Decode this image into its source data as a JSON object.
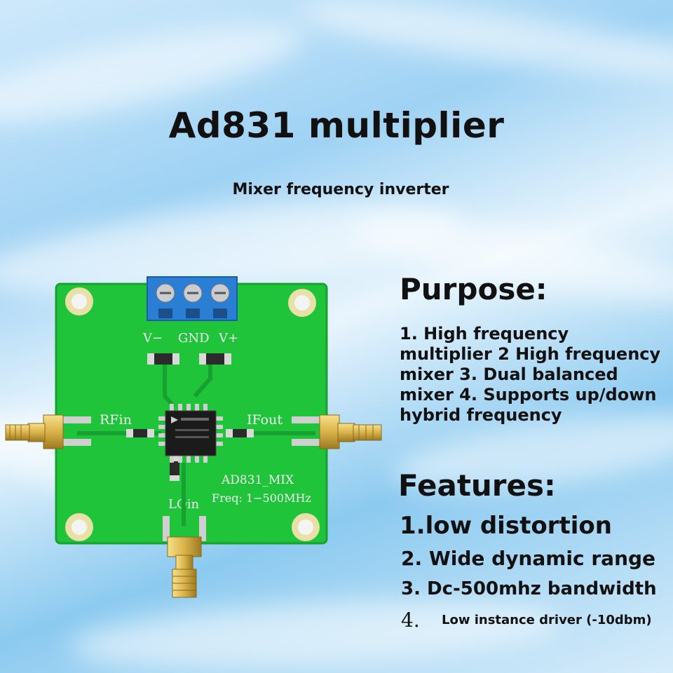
{
  "title": "Ad831 multiplier",
  "subtitle": "Mixer frequency inverter",
  "board": {
    "labels": {
      "vminus": "V−",
      "gnd": "GND",
      "vplus": "V+",
      "rfin": "RFin",
      "ifout": "IFout",
      "model": "AD831_MIX",
      "freq": "Freq: 1−500MHz",
      "loin": "LOin"
    },
    "colors": {
      "pcb": "#1fc43a",
      "terminal": "#2a7fd4",
      "gold": "#d9b24a"
    }
  },
  "purpose": {
    "heading": "Purpose:",
    "text": "1. High frequency multiplier 2 High frequency mixer 3. Dual balanced mixer 4. Supports up/down hybrid frequency"
  },
  "features": {
    "heading": "Features:",
    "items": [
      "1.low distortion",
      "2. Wide dynamic range",
      "3. Dc-500mhz bandwidth"
    ],
    "item4_number": "4.",
    "item4_text": "Low instance driver (-10dbm)"
  }
}
